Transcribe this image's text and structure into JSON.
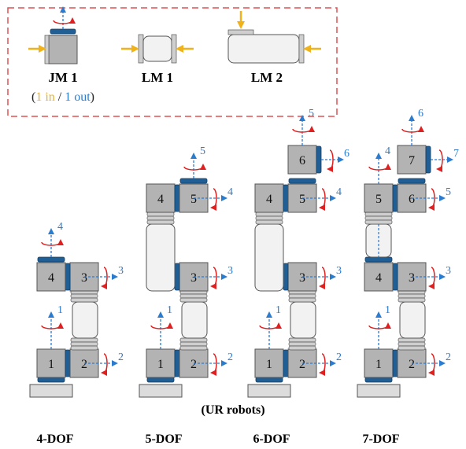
{
  "legend": {
    "items": [
      {
        "key": "jm",
        "label": "JM 1"
      },
      {
        "key": "lm1",
        "label": "LM 1"
      },
      {
        "key": "lm2",
        "label": "LM 2"
      }
    ],
    "note_open": "(",
    "note_in": "1 in",
    "note_sep": " / ",
    "note_out": "1 out",
    "note_close": ")"
  },
  "caption": "(UR robots)",
  "dof_labels": [
    "4-DOF",
    "5-DOF",
    "6-DOF",
    "7-DOF"
  ],
  "colors": {
    "module_fill": "#b3b3b3",
    "link_fill": "#f2f2f2",
    "outline": "#555555",
    "cap_blue": "#1f5f96",
    "axis_blue": "#2b7bcf",
    "rotation_red": "#e02020",
    "io_orange": "#f0b21a",
    "dash_red": "#e05050"
  },
  "robots": [
    {
      "name": "4-DOF",
      "modules": [
        {
          "label": "1",
          "axis": "1",
          "pos": "base"
        },
        {
          "label": "2",
          "axis": "2",
          "pos": "side"
        },
        {
          "label": "3",
          "axis": "3",
          "pos": "side"
        },
        {
          "label": "4",
          "axis": "4",
          "pos": "top"
        }
      ]
    },
    {
      "name": "5-DOF",
      "modules": [
        {
          "label": "1",
          "axis": "1"
        },
        {
          "label": "2",
          "axis": "2"
        },
        {
          "label": "3",
          "axis": "3"
        },
        {
          "label": "4",
          "axis": ""
        },
        {
          "label": "5",
          "axis": "4"
        },
        {
          "label": "",
          "axis": "5"
        }
      ]
    },
    {
      "name": "6-DOF",
      "modules": [
        {
          "label": "1",
          "axis": "1"
        },
        {
          "label": "2",
          "axis": "2"
        },
        {
          "label": "3",
          "axis": "3"
        },
        {
          "label": "4",
          "axis": ""
        },
        {
          "label": "5",
          "axis": "4"
        },
        {
          "label": "6",
          "axis": "6"
        },
        {
          "label": "",
          "axis": "5"
        }
      ]
    },
    {
      "name": "7-DOF",
      "modules": [
        {
          "label": "1",
          "axis": "1"
        },
        {
          "label": "2",
          "axis": "2"
        },
        {
          "label": "3",
          "axis": "3"
        },
        {
          "label": "4",
          "axis": ""
        },
        {
          "label": "5",
          "axis": "4"
        },
        {
          "label": "6",
          "axis": "5"
        },
        {
          "label": "7",
          "axis": "7"
        },
        {
          "label": "",
          "axis": "6"
        }
      ]
    }
  ]
}
